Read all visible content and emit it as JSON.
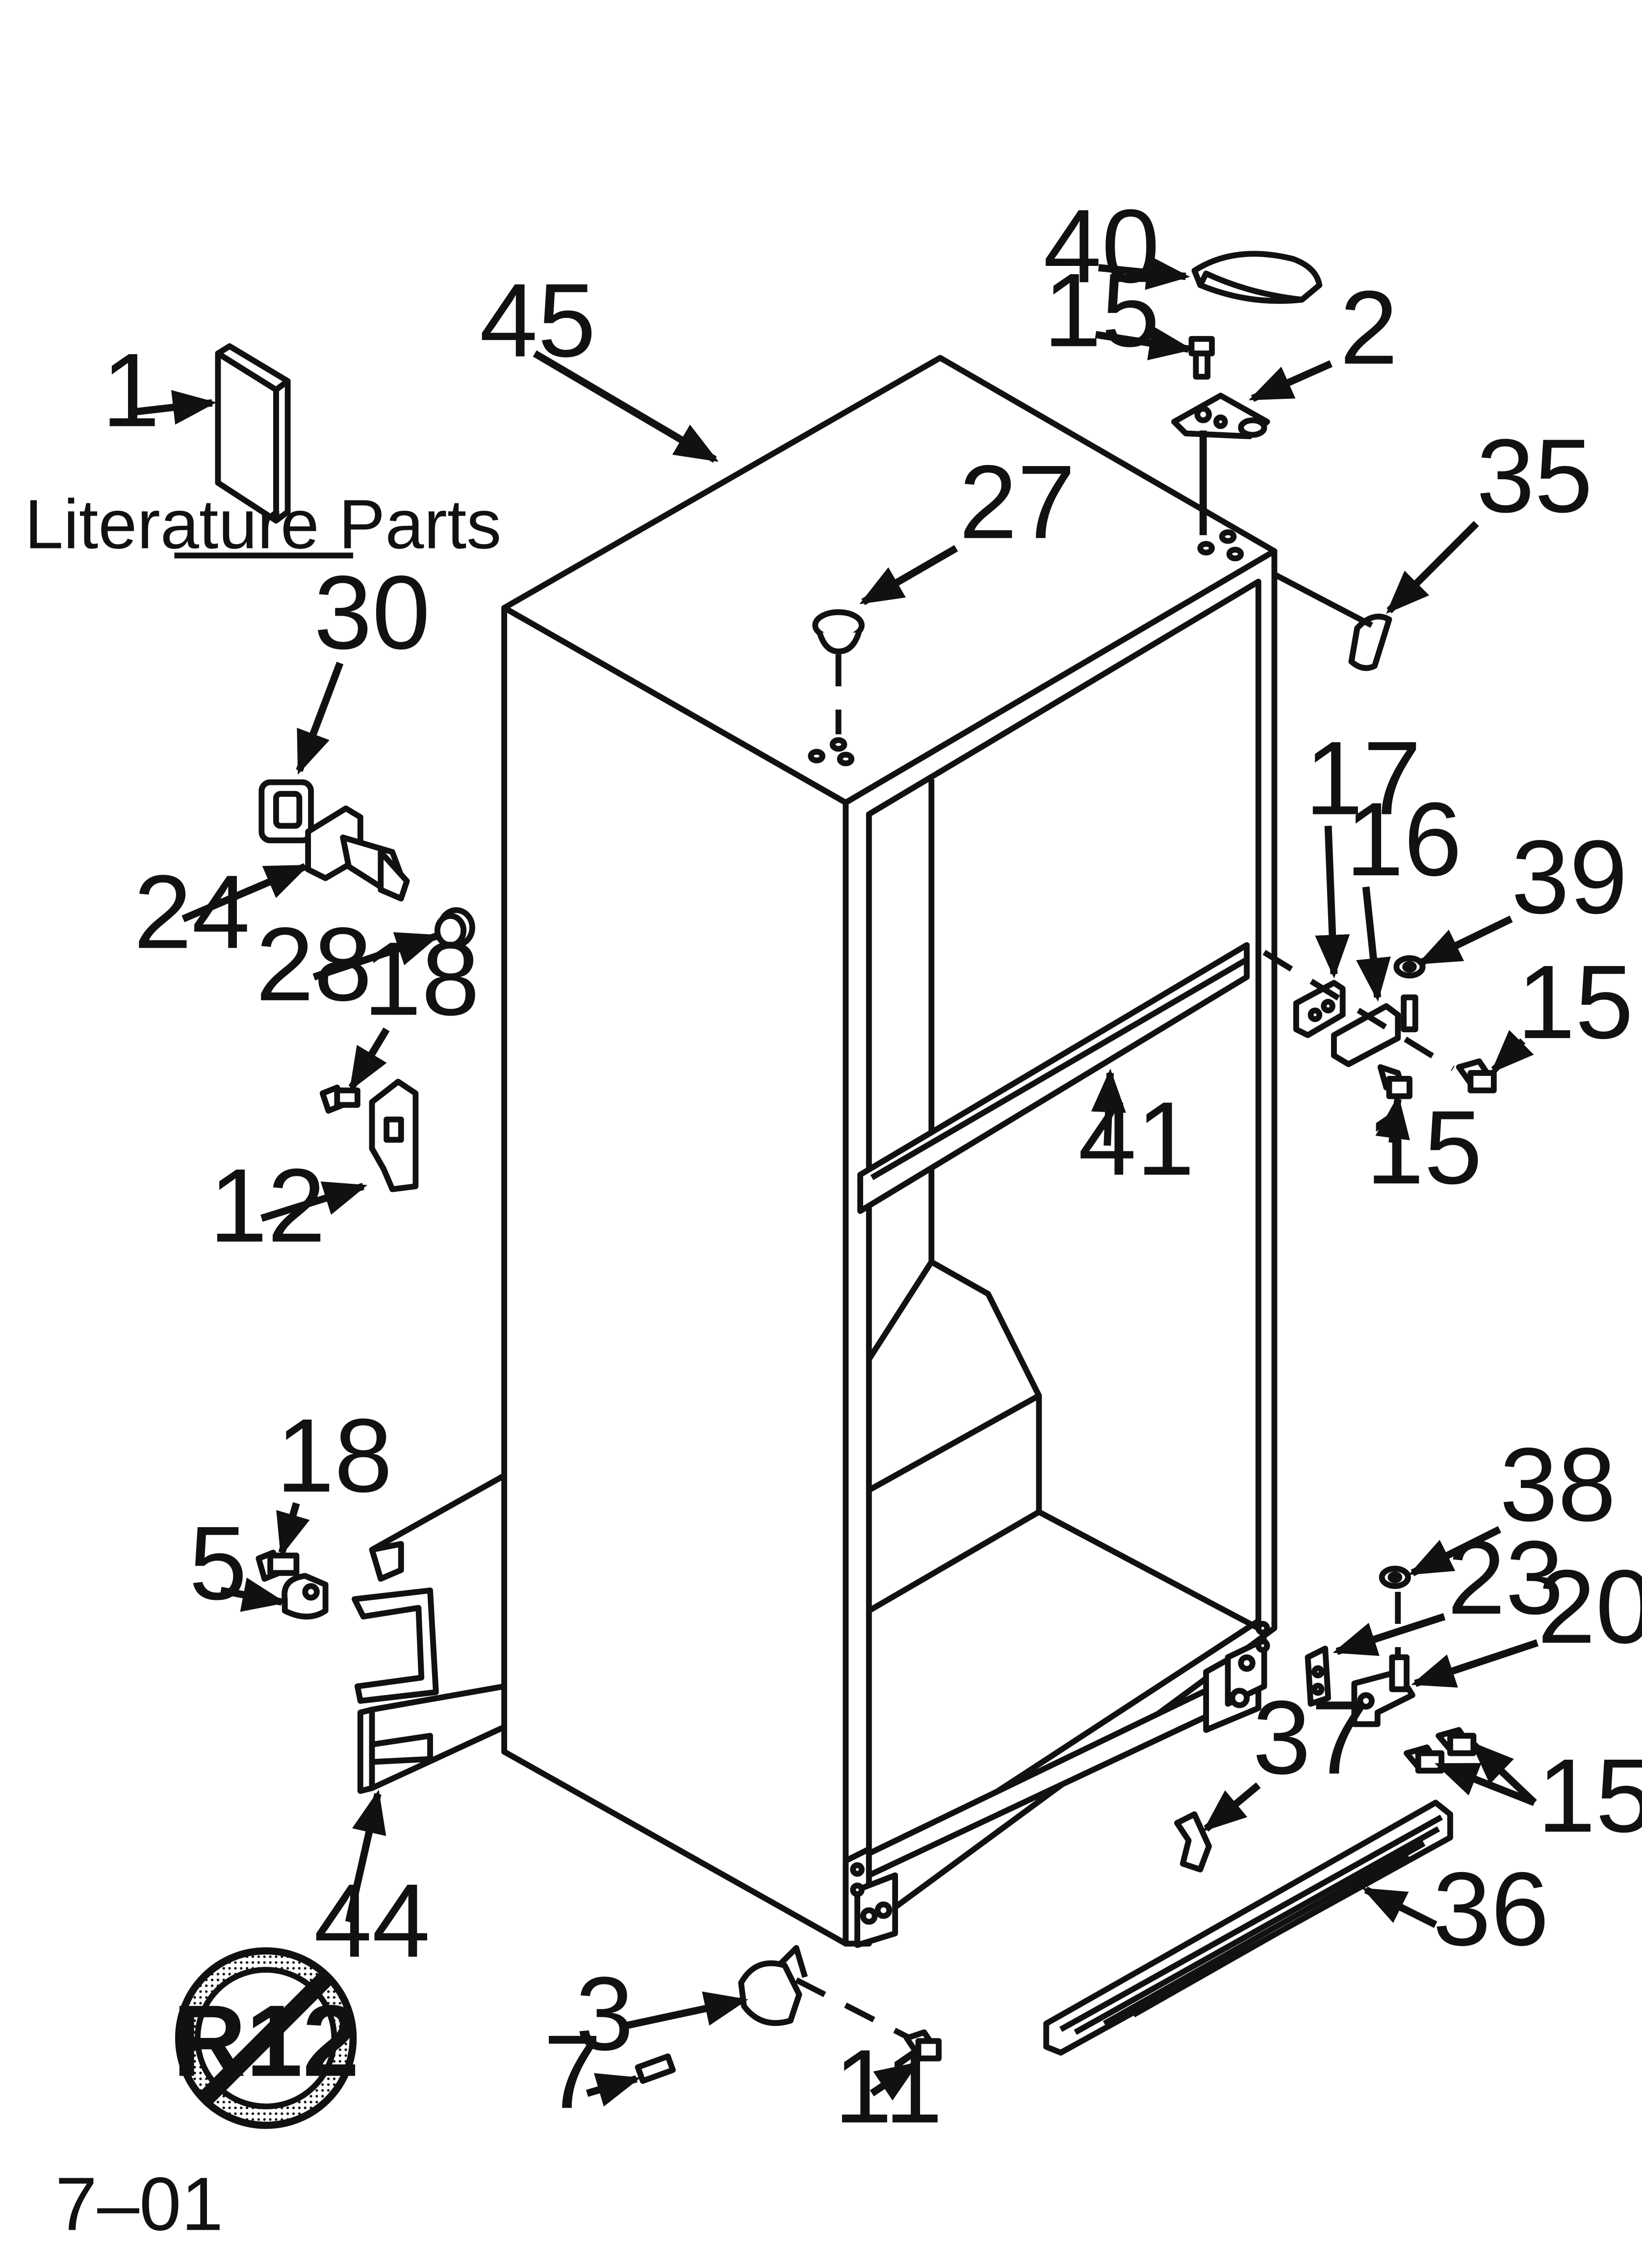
{
  "diagram": {
    "literature_caption": "Literature Parts",
    "revision": "7–01",
    "refrigerant_symbol": "R12",
    "part_labels": [
      {
        "id": "p1",
        "text": "1"
      },
      {
        "id": "p45",
        "text": "45"
      },
      {
        "id": "p40",
        "text": "40"
      },
      {
        "id": "p15a",
        "text": "15"
      },
      {
        "id": "p2",
        "text": "2"
      },
      {
        "id": "p35",
        "text": "35"
      },
      {
        "id": "p27",
        "text": "27"
      },
      {
        "id": "p30",
        "text": "30"
      },
      {
        "id": "p24",
        "text": "24"
      },
      {
        "id": "p28",
        "text": "28"
      },
      {
        "id": "p18a",
        "text": "18"
      },
      {
        "id": "p12",
        "text": "12"
      },
      {
        "id": "p17",
        "text": "17"
      },
      {
        "id": "p16",
        "text": "16"
      },
      {
        "id": "p39",
        "text": "39"
      },
      {
        "id": "p15b",
        "text": "15"
      },
      {
        "id": "p15c",
        "text": "15"
      },
      {
        "id": "p41",
        "text": "41"
      },
      {
        "id": "p18b",
        "text": "18"
      },
      {
        "id": "p5",
        "text": "5"
      },
      {
        "id": "p38",
        "text": "38"
      },
      {
        "id": "p23",
        "text": "23"
      },
      {
        "id": "p20",
        "text": "20"
      },
      {
        "id": "p15d",
        "text": "15"
      },
      {
        "id": "p37",
        "text": "37"
      },
      {
        "id": "p36",
        "text": "36"
      },
      {
        "id": "p44",
        "text": "44"
      },
      {
        "id": "p3",
        "text": "3"
      },
      {
        "id": "p7",
        "text": "7"
      },
      {
        "id": "p11",
        "text": "11"
      }
    ]
  }
}
